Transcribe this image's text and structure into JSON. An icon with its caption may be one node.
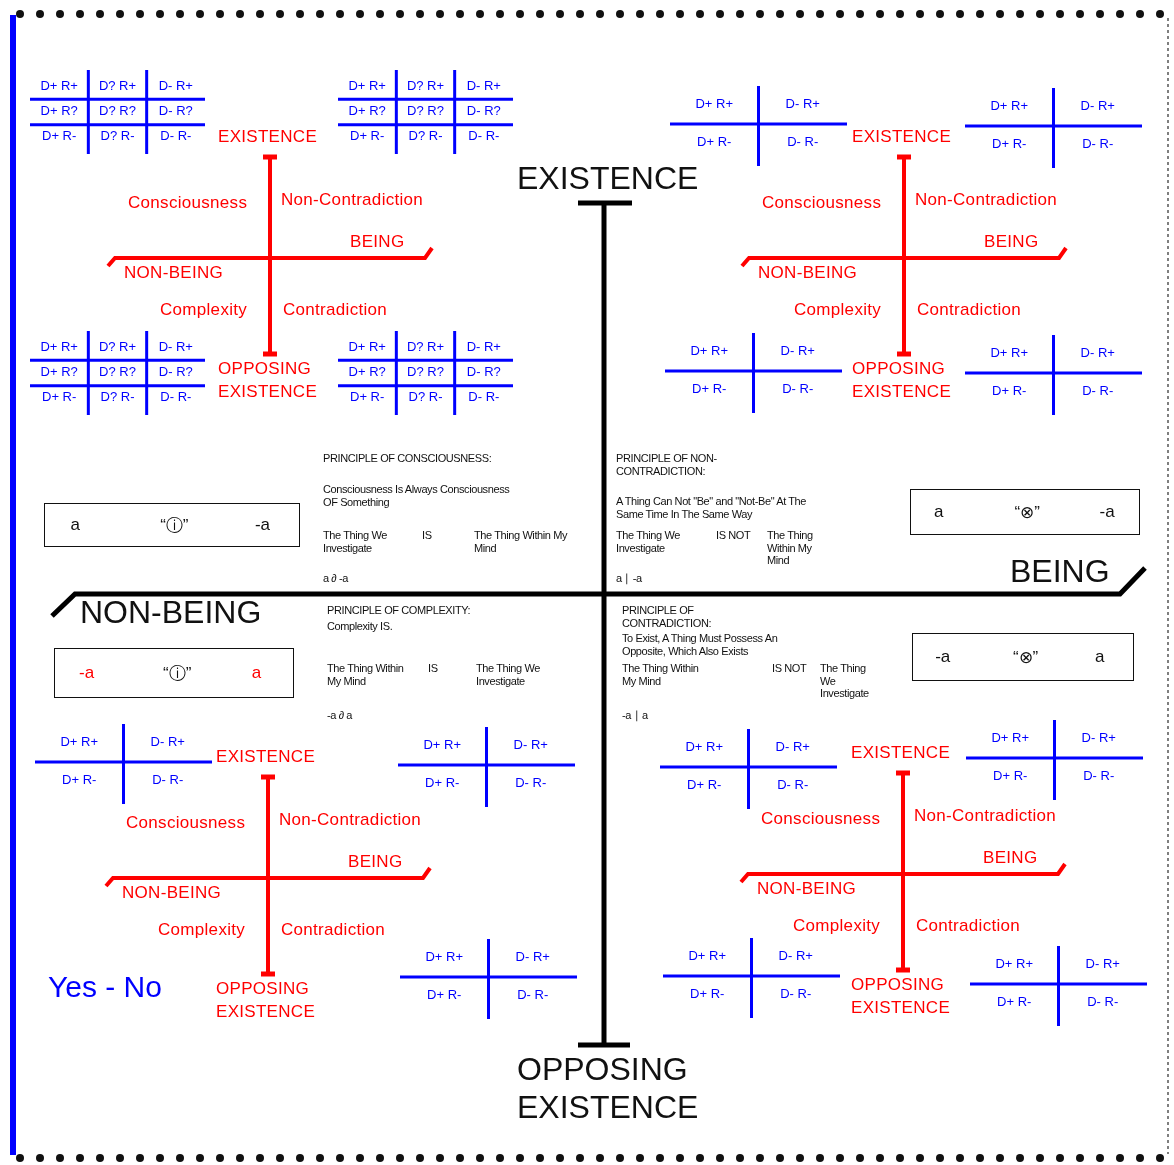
{
  "diagram": {
    "nodes": [
      {
        "text": [
          "a",
          "“ⓘ”",
          "-a"
        ]
      },
      {
        "text": [
          "a",
          "“⊗”",
          "-a"
        ]
      },
      {
        "text": [
          "-a",
          "“ⓘ”",
          "a"
        ]
      },
      {
        "text": [
          "-a",
          "“⊗”",
          "a"
        ]
      }
    ],
    "labels": [
      "D+ R+",
      "D? R+",
      "D- R+",
      "D+ R?",
      "D? R?",
      "D- R?",
      "D+ R-",
      "D? R-",
      "D- R-",
      "EXISTENCE",
      "D+ R+",
      "D? R+",
      "D- R+",
      "D+ R?",
      "D? R?",
      "D- R?",
      "D+ R-",
      "D? R-",
      "D- R-",
      "Consciousness",
      "Non-Contradiction",
      "BEING",
      "NON-BEING",
      "Complexity",
      "Contradiction",
      "D+ R+",
      "D? R+",
      "D- R+",
      "D+ R?",
      "D? R?",
      "D- R?",
      "D+ R-",
      "D? R-",
      "D- R-",
      "OPPOSING EXISTENCE",
      "D+ R+",
      "D? R+",
      "D- R+",
      "D+ R?",
      "D? R?",
      "D- R?",
      "D+ R-",
      "D? R-",
      "D- R-",
      "EXISTENCE",
      "D+ R+",
      "D- R+",
      "D+ R-",
      "D- R-",
      "EXISTENCE",
      "D+ R+",
      "D- R+",
      "D+ R-",
      "D- R-",
      "Consciousness",
      "Non-Contradiction",
      "BEING",
      "NON-BEING",
      "Complexity",
      "Contradiction",
      "D+ R+",
      "D- R+",
      "D+ R-",
      "D- R-",
      "OPPOSING EXISTENCE",
      "D+ R+",
      "D- R+",
      "D+ R-",
      "D- R-",
      "PRINCIPLE OF CONSCIOUSNESS:",
      "Consciousness Is Always Consciousness OF Something",
      "The Thing We Investigate",
      "IS",
      "The Thing Within My Mind",
      "a ∂ -a",
      "PRINCIPLE OF NON-CONTRADICTION:",
      "A Thing Can Not \"Be\" and \"Not-Be\" At The Same Time In The Same Way",
      "The Thing We Investigate",
      "IS NOT",
      "The Thing Within My Mind",
      "a ∣ -a",
      "BEING",
      "NON-BEING",
      "PRINCIPLE OF COMPLEXITY:",
      "Complexity IS.",
      "The Thing Within My Mind",
      "IS",
      "The Thing We Investigate",
      "-a ∂ a",
      "PRINCIPLE OF CONTRADICTION:",
      "To Exist, A Thing Must Possess An Opposite, Which Also Exists",
      "The Thing Within My Mind",
      "IS NOT",
      "The Thing We Investigate",
      "-a ∣ a",
      "D+ R+",
      "D- R+",
      "D+ R-",
      "D- R-",
      "EXISTENCE",
      "D+ R+",
      "D- R+",
      "D+ R-",
      "D- R-",
      "Consciousness",
      "Non-Contradiction",
      "BEING",
      "NON-BEING",
      "Complexity",
      "Contradiction",
      "Yes - No",
      "OPPOSING EXISTENCE",
      "D+ R+",
      "D- R+",
      "D+ R-",
      "D- R-",
      "D+ R+",
      "D- R+",
      "D+ R-",
      "D- R-",
      "EXISTENCE",
      "D+ R+",
      "D- R+",
      "D+ R-",
      "D- R-",
      "Consciousness",
      "Non-Contradiction",
      "BEING",
      "NON-BEING",
      "Complexity",
      "Contradiction",
      "D+ R+",
      "D- R+",
      "D+ R-",
      "D- R-",
      "OPPOSING EXISTENCE",
      "D+ R+",
      "D- R+",
      "D+ R-",
      "D- R-",
      "OPPOSING EXISTENCE"
    ]
  }
}
